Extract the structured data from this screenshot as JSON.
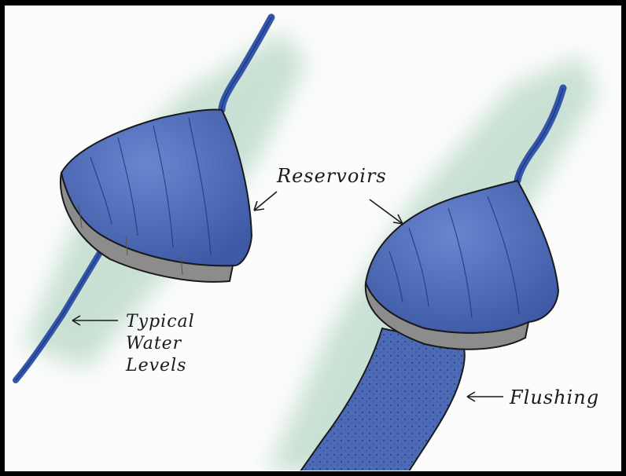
{
  "labels": {
    "reservoirs": "Reservoirs",
    "typical_line1": "Typical",
    "typical_line2": "Water",
    "typical_line3": "Levels",
    "flushing": "Flushing"
  },
  "colors": {
    "water_blue": "#4a69b5",
    "water_dark": "#1e3a8a",
    "wash_green": "#b9d8c8",
    "bed_gray": "#858585",
    "border": "#000000"
  }
}
